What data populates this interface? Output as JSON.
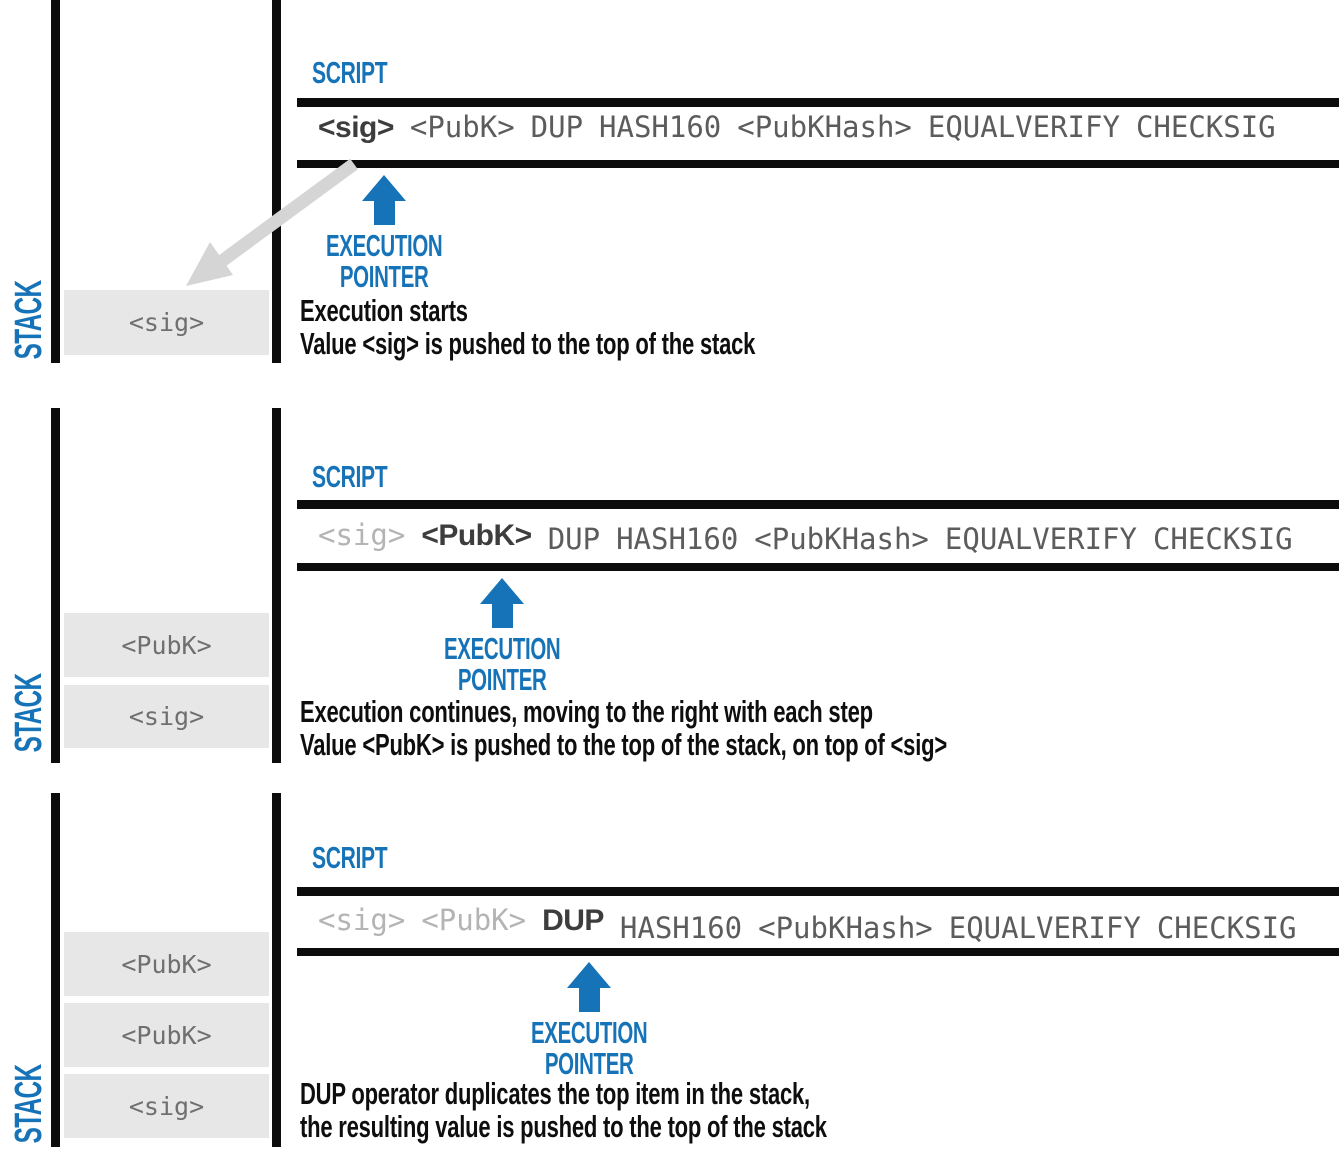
{
  "colors": {
    "accent_blue": "#1773b8",
    "rail_black": "#0c0c0c",
    "stack_box_gray": "#e7e7e7",
    "stack_text_gray": "#6f6f6f",
    "script_pending_gray": "#5c5c5c",
    "script_done_gray": "#b4b4b4",
    "script_current_dark": "#3d3d3d",
    "push_arrow_gray": "#d5d5d5",
    "description_black": "#0e0e0e"
  },
  "labels": {
    "stack": "STACK",
    "script": "SCRIPT",
    "execution_pointer": [
      "EXECUTION",
      "POINTER"
    ]
  },
  "script_full": "<sig> <PubK> DUP HASH160 <PubKHash> EQUALVERIFY CHECKSIG",
  "panels": [
    {
      "name": "step-1",
      "stack_items": [
        "<sig>"
      ],
      "script_tokens": [
        {
          "text": "<sig>",
          "state": "current"
        },
        {
          "text": "<PubK>",
          "state": "pending"
        },
        {
          "text": "DUP",
          "state": "pending"
        },
        {
          "text": "HASH160",
          "state": "pending"
        },
        {
          "text": "<PubKHash>",
          "state": "pending"
        },
        {
          "text": "EQUALVERIFY",
          "state": "pending"
        },
        {
          "text": "CHECKSIG",
          "state": "pending"
        }
      ],
      "pointer_token": "<sig>",
      "has_push_arrow": true,
      "description": [
        "Execution starts",
        "Value <sig> is pushed to the top of the stack"
      ]
    },
    {
      "name": "step-2",
      "stack_items": [
        "<PubK>",
        "<sig>"
      ],
      "script_tokens": [
        {
          "text": "<sig>",
          "state": "done"
        },
        {
          "text": "<PubK>",
          "state": "current"
        },
        {
          "text": "DUP",
          "state": "pending"
        },
        {
          "text": "HASH160",
          "state": "pending"
        },
        {
          "text": "<PubKHash>",
          "state": "pending"
        },
        {
          "text": "EQUALVERIFY",
          "state": "pending"
        },
        {
          "text": "CHECKSIG",
          "state": "pending"
        }
      ],
      "pointer_token": "<PubK>",
      "has_push_arrow": false,
      "description": [
        "Execution continues, moving to the right with each step",
        "Value <PubK> is pushed to the top of the stack, on top of <sig>"
      ]
    },
    {
      "name": "step-3",
      "stack_items": [
        "<PubK>",
        "<PubK>",
        "<sig>"
      ],
      "script_tokens": [
        {
          "text": "<sig>",
          "state": "done"
        },
        {
          "text": "<PubK>",
          "state": "done"
        },
        {
          "text": "DUP",
          "state": "current"
        },
        {
          "text": "HASH160",
          "state": "pending"
        },
        {
          "text": "<PubKHash>",
          "state": "pending"
        },
        {
          "text": "EQUALVERIFY",
          "state": "pending"
        },
        {
          "text": "CHECKSIG",
          "state": "pending"
        }
      ],
      "pointer_token": "DUP",
      "has_push_arrow": false,
      "description": [
        "DUP operator duplicates the top item in the stack,",
        "the resulting value is pushed to the top of the stack"
      ]
    }
  ]
}
